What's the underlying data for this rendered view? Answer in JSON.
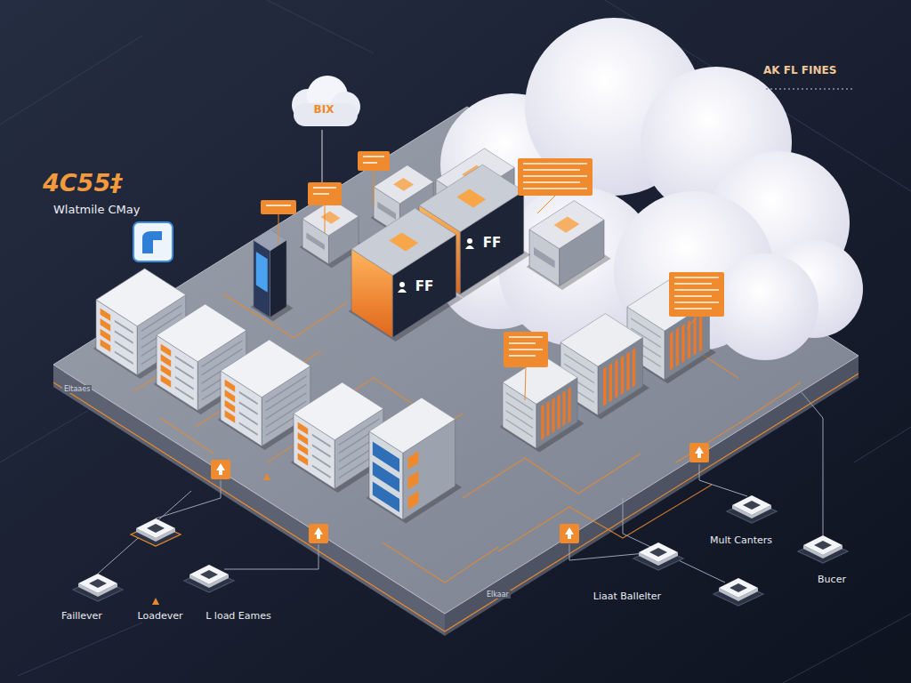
{
  "diagram": {
    "nodes": [
      {
        "text": [
          "BIX"
        ]
      },
      {
        "text": [
          "Faillever"
        ]
      },
      {
        "text": [
          "Loadever"
        ]
      },
      {
        "text": [
          "L load Eames"
        ]
      },
      {
        "text": [
          "Mult Canters"
        ]
      },
      {
        "text": [
          "Bucer"
        ]
      },
      {
        "text": [
          "Liaat Ballelter"
        ]
      }
    ],
    "labels": [
      "4C55‡",
      "Wlatmile CMay",
      "AK FL FINES",
      "Eltaaes",
      "Elkaar",
      "FF",
      "FF"
    ]
  }
}
